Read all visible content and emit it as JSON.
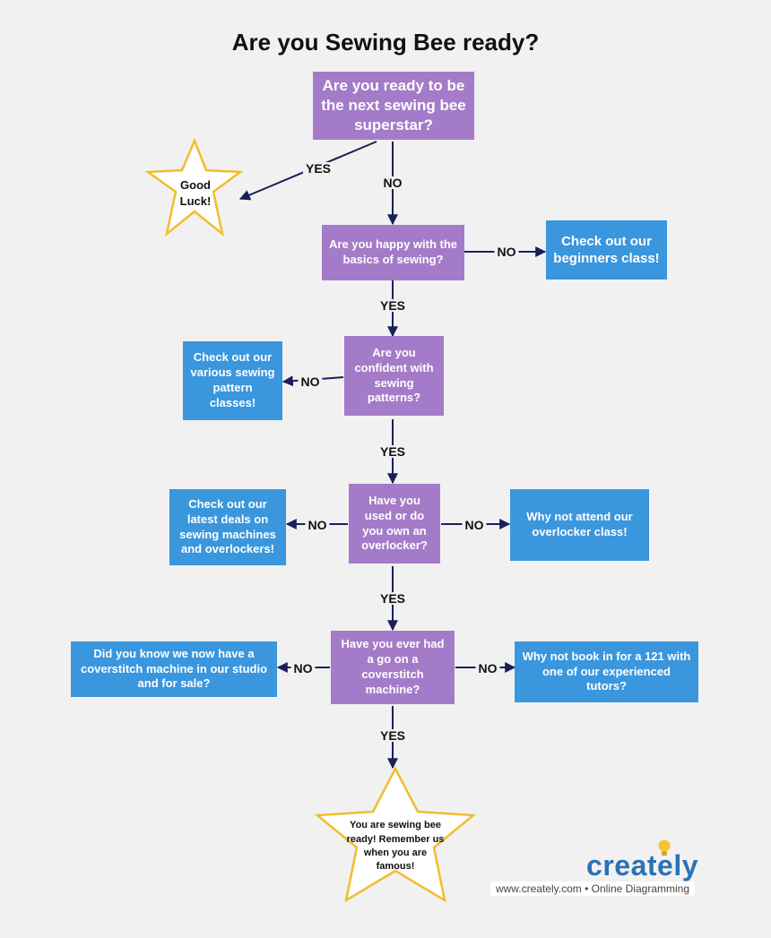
{
  "title": "Are you Sewing Bee ready?",
  "nodes": {
    "q1": "Are you ready to be the next sewing bee superstar?",
    "good_luck": "Good Luck!",
    "q2": "Are you happy with the basics of sewing?",
    "beginners": "Check out our beginners class!",
    "q3": "Are you confident with sewing patterns?",
    "pattern_classes": "Check out our various sewing pattern classes!",
    "q4": "Have you used or do you own an overlocker?",
    "deals": "Check out our latest deals on sewing machines and overlockers!",
    "overlocker_class": "Why not attend our overlocker class!",
    "q5": "Have you ever had a go on a coverstitch machine?",
    "coverstitch": "Did you know we now have  a coverstitch machine in our studio and for sale?",
    "tutors": "Why not book in for a 121 with one of our experienced tutors?",
    "ready": "You are sewing bee ready! Remember us when you are famous!"
  },
  "edge_labels": {
    "yes": "YES",
    "no": "NO"
  },
  "colors": {
    "question": "#a47bc8",
    "action": "#3a96dd",
    "star_outline": "#f2bd2c",
    "arrow": "#1a1f5a"
  },
  "brand": {
    "name": "creately",
    "tagline": "www.creately.com • Online Diagramming"
  }
}
